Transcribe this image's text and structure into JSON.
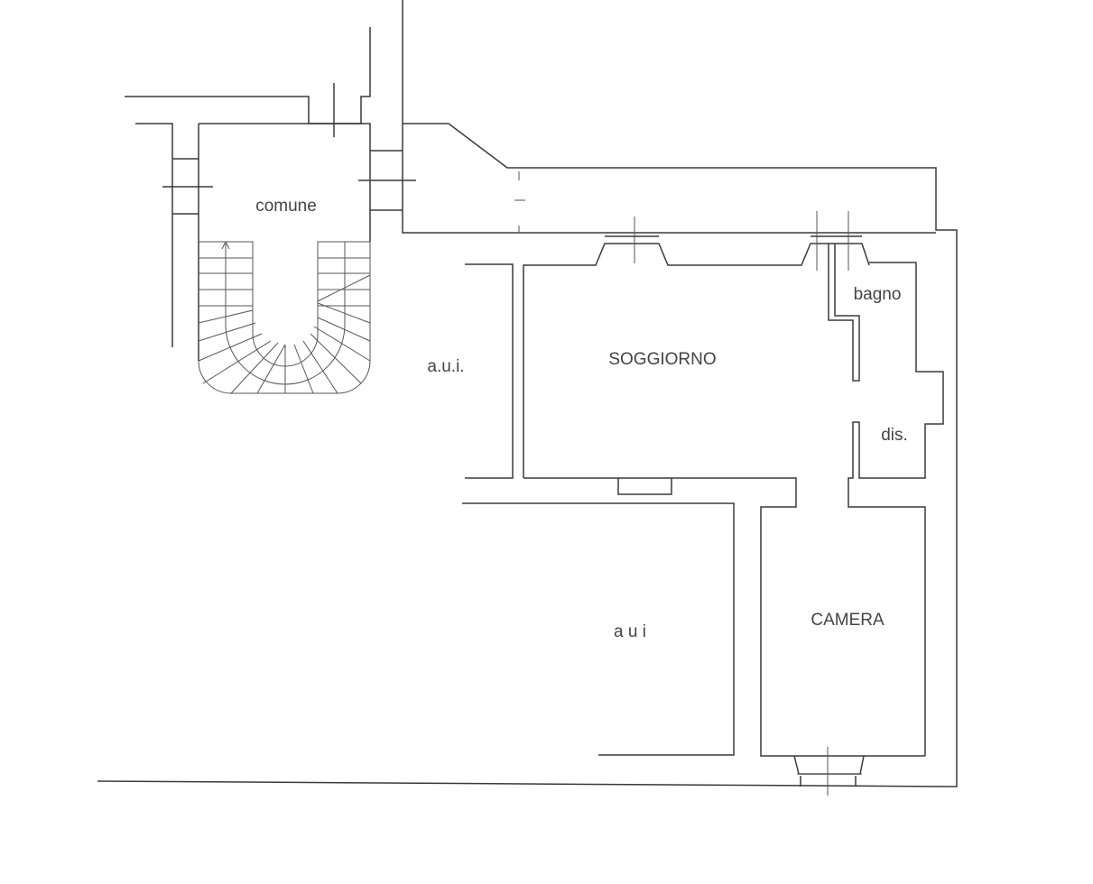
{
  "rooms": {
    "comune": "comune",
    "aui_upper": "a.u.i.",
    "soggiorno": "SOGGIORNO",
    "bagno": "bagno",
    "dis": "dis.",
    "camera": "CAMERA",
    "aui_lower": "a u i"
  },
  "colors": {
    "line": "#3a3a3a",
    "background": "#ffffff"
  }
}
